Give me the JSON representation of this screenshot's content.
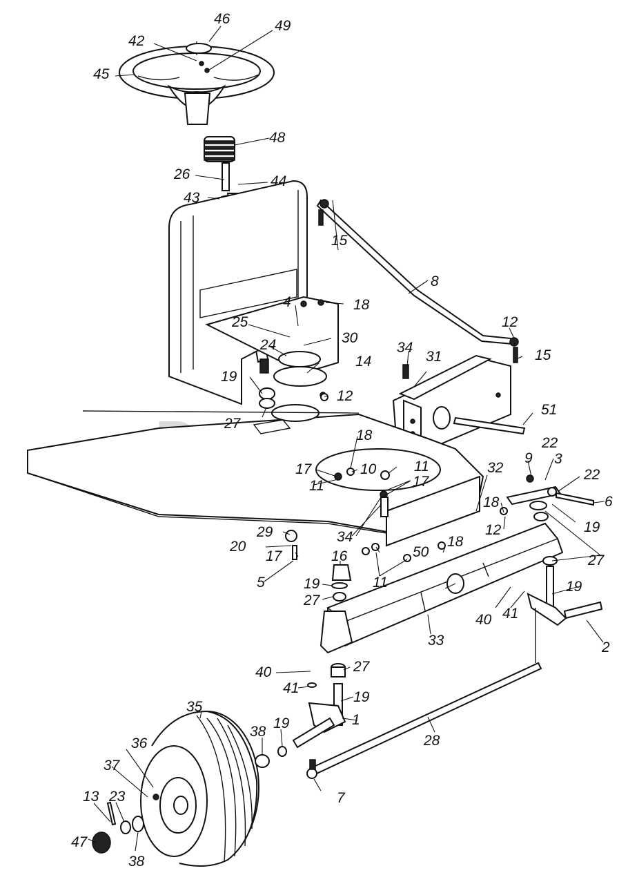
{
  "watermark": "PartsTree",
  "callouts": [
    {
      "id": "c46a",
      "text": "46"
    },
    {
      "id": "c42",
      "text": "42"
    },
    {
      "id": "c49",
      "text": "49"
    },
    {
      "id": "c45",
      "text": "45"
    },
    {
      "id": "c48",
      "text": "48"
    },
    {
      "id": "c26",
      "text": "26"
    },
    {
      "id": "c44",
      "text": "44"
    },
    {
      "id": "c43",
      "text": "43"
    },
    {
      "id": "c15a",
      "text": "15"
    },
    {
      "id": "c8",
      "text": "8"
    },
    {
      "id": "c4",
      "text": "4"
    },
    {
      "id": "c18a",
      "text": "18"
    },
    {
      "id": "c25",
      "text": "25"
    },
    {
      "id": "c30",
      "text": "30"
    },
    {
      "id": "c12a",
      "text": "12"
    },
    {
      "id": "c15b",
      "text": "15"
    },
    {
      "id": "c34a",
      "text": "34"
    },
    {
      "id": "c31",
      "text": "31"
    },
    {
      "id": "c24",
      "text": "24"
    },
    {
      "id": "c14",
      "text": "14"
    },
    {
      "id": "c19a",
      "text": "19"
    },
    {
      "id": "c12b",
      "text": "12"
    },
    {
      "id": "c51",
      "text": "51"
    },
    {
      "id": "c27a",
      "text": "27"
    },
    {
      "id": "c18b",
      "text": "18"
    },
    {
      "id": "c22a",
      "text": "22"
    },
    {
      "id": "c9",
      "text": "9"
    },
    {
      "id": "c3",
      "text": "3"
    },
    {
      "id": "c17a",
      "text": "17"
    },
    {
      "id": "c10",
      "text": "10"
    },
    {
      "id": "c11a",
      "text": "11"
    },
    {
      "id": "c22b",
      "text": "22"
    },
    {
      "id": "c11b",
      "text": "11"
    },
    {
      "id": "c17b",
      "text": "17"
    },
    {
      "id": "c32",
      "text": "32"
    },
    {
      "id": "c6",
      "text": "6"
    },
    {
      "id": "c18c",
      "text": "18"
    },
    {
      "id": "c12c",
      "text": "12"
    },
    {
      "id": "c19b",
      "text": "19"
    },
    {
      "id": "c29",
      "text": "29"
    },
    {
      "id": "c34b",
      "text": "34"
    },
    {
      "id": "c20",
      "text": "20"
    },
    {
      "id": "c17c",
      "text": "17"
    },
    {
      "id": "c50",
      "text": "50"
    },
    {
      "id": "c18d",
      "text": "18"
    },
    {
      "id": "c27b",
      "text": "27"
    },
    {
      "id": "c5",
      "text": "5"
    },
    {
      "id": "c16",
      "text": "16"
    },
    {
      "id": "c11c",
      "text": "11"
    },
    {
      "id": "c19c",
      "text": "19"
    },
    {
      "id": "c27c",
      "text": "27"
    },
    {
      "id": "c19d",
      "text": "19"
    },
    {
      "id": "c40a",
      "text": "40"
    },
    {
      "id": "c41a",
      "text": "41"
    },
    {
      "id": "c33",
      "text": "33"
    },
    {
      "id": "c2",
      "text": "2"
    },
    {
      "id": "c40b",
      "text": "40"
    },
    {
      "id": "c27d",
      "text": "27"
    },
    {
      "id": "c41b",
      "text": "41"
    },
    {
      "id": "c19e",
      "text": "19"
    },
    {
      "id": "c1",
      "text": "1"
    },
    {
      "id": "c35",
      "text": "35"
    },
    {
      "id": "c38a",
      "text": "38"
    },
    {
      "id": "c19f",
      "text": "19"
    },
    {
      "id": "c28",
      "text": "28"
    },
    {
      "id": "c36",
      "text": "36"
    },
    {
      "id": "c37",
      "text": "37"
    },
    {
      "id": "c7",
      "text": "7"
    },
    {
      "id": "c13",
      "text": "13"
    },
    {
      "id": "c23",
      "text": "23"
    },
    {
      "id": "c47",
      "text": "47"
    },
    {
      "id": "c38b",
      "text": "38"
    }
  ]
}
